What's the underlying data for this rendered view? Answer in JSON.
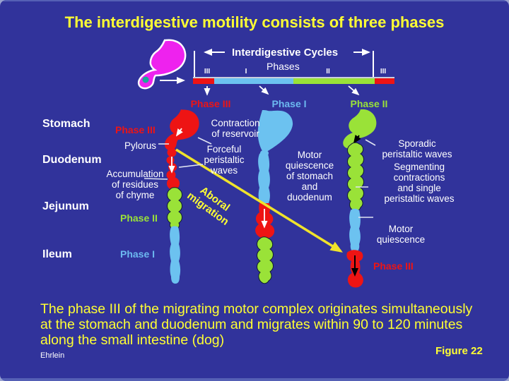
{
  "colors": {
    "bg": "#31339b",
    "edge": "#5560b5",
    "yellow": "#ffff33",
    "red": "#ee1414",
    "blue": "#6cb9f0",
    "green": "#9ae238",
    "magenta": "#ee22ee",
    "tube": "#6cc2f0",
    "teal": "#1aa898"
  },
  "title": "The interdigestive motility consists of three phases",
  "timeline": {
    "header": "Interdigestive Cycles",
    "subheader": "Phases",
    "numerals": [
      "III",
      "I",
      "II",
      "III"
    ],
    "phase_labels": [
      "Phase III",
      "Phase I",
      "Phase II"
    ]
  },
  "organ_labels": [
    "Stomach",
    "Duodenum",
    "Jejunum",
    "Ileum"
  ],
  "annotations": {
    "phase3_left": "Phase III",
    "pylorus": "Pylorus",
    "accumulation": [
      "Accumulation",
      "of residues",
      "of chyme"
    ],
    "contraction": [
      "Contraction",
      "of reservoir"
    ],
    "forceful": [
      "Forceful",
      "peristaltic",
      "waves"
    ],
    "motor_mid": [
      "Motor",
      "quiescence",
      "of stomach",
      "and duodenum"
    ],
    "sporadic": [
      "Sporadic",
      "peristaltic waves"
    ],
    "segmenting": [
      "Segmenting",
      "contractions",
      "and single",
      "peristaltic waves"
    ],
    "motor_right": [
      "Motor",
      "quiescence"
    ],
    "aboral": [
      "Aboral",
      "migration"
    ],
    "phase2_left": "Phase II",
    "phase1_left": "Phase I",
    "phase3_bottom": "Phase III"
  },
  "caption": [
    "The phase III of the migrating motor complex originates simultaneously",
    "at the stomach and duodenum and migrates within 90 to 120 minutes",
    "along the small intestine (dog)"
  ],
  "author": "Ehrlein",
  "figure_label": "Figure 22"
}
